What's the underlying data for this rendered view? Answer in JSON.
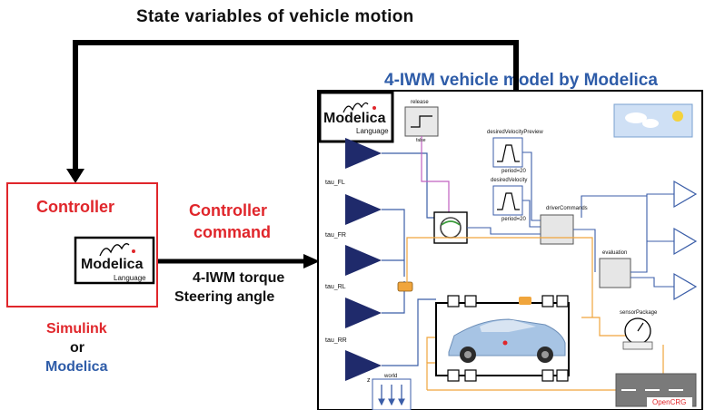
{
  "title": "State variables of vehicle motion",
  "model_title": "4-IWM vehicle model by Modelica",
  "controller": {
    "label": "Controller",
    "logo_text": "Modelica",
    "logo_sub": "Language"
  },
  "platform": {
    "line1": "Simulink",
    "line2": "or",
    "line3": "Modelica"
  },
  "command": {
    "line1": "Controller",
    "line2": "command",
    "detail1": "4-IWM torque",
    "detail2": "Steering angle"
  },
  "model_logo": {
    "text": "Modelica",
    "sub": "Language"
  },
  "inputs": [
    "tau_FL",
    "tau_FR",
    "tau_RL",
    "tau_RR"
  ],
  "blocks": {
    "release": "release",
    "release_sub": "false",
    "desired_velocity_preview": "desiredVelocityPreview",
    "desired_velocity": "desiredVelocity",
    "period_label_1": "period=20",
    "period_label_2": "period=20",
    "driver_commands": "driverCommands",
    "evaluation": "evaluation",
    "sensor_package": "sensorPackage",
    "world": "world",
    "world_axis": "z",
    "opencrg": "OpenCRG"
  },
  "colors": {
    "red": "#e0262b",
    "blue": "#2e5ca8",
    "navy_triangle": "#1f2a6b",
    "signal_blue": "#3b5ea8",
    "signal_orange": "#f0a53c"
  }
}
